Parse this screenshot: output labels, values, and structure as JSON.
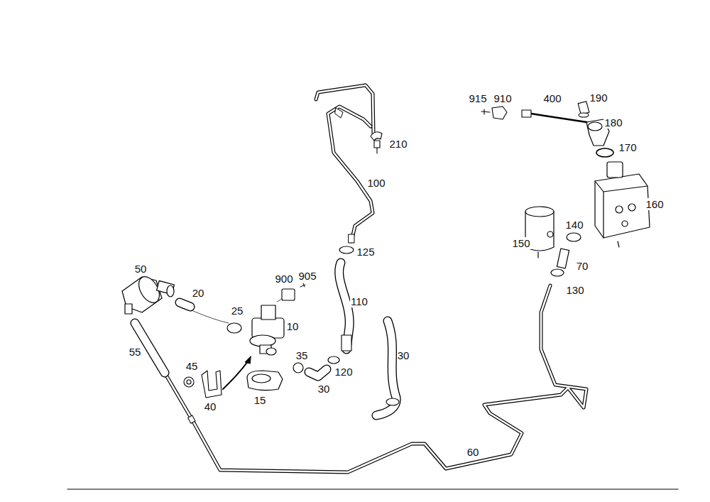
{
  "diagram": {
    "labels": [
      "915",
      "910",
      "400",
      "190",
      "180",
      "170",
      "160",
      "210",
      "100",
      "125",
      "150",
      "140",
      "70",
      "130",
      "50",
      "900",
      "905",
      "20",
      "110",
      "25",
      "10",
      "55",
      "35",
      "30",
      "120",
      "30",
      "45",
      "40",
      "15",
      "60"
    ]
  }
}
